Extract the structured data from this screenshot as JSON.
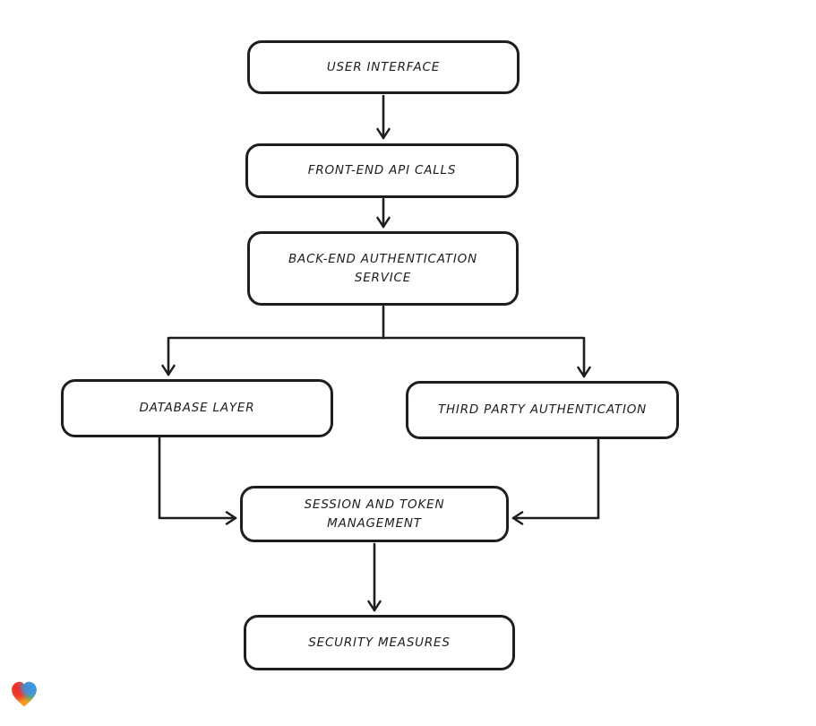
{
  "page": {
    "background": "#ffffff"
  },
  "diagram": {
    "type": "flowchart",
    "stroke_color": "#1e1e1e",
    "node_fill": "#ffffff",
    "nodes": [
      {
        "id": "user-interface",
        "label": "USER INTERFACE"
      },
      {
        "id": "front-end-api-calls",
        "label": "FRONT-END API CALLS"
      },
      {
        "id": "back-end-authentication-service",
        "label": "BACK-END AUTHENTICATION SERVICE"
      },
      {
        "id": "database-layer",
        "label": "DATABASE LAYER"
      },
      {
        "id": "third-party-authentication",
        "label": "THIRD PARTY AUTHENTICATION"
      },
      {
        "id": "session-and-token-management",
        "label": "SESSION AND TOKEN MANAGEMENT"
      },
      {
        "id": "security-measures",
        "label": "SECURITY MEASURES"
      }
    ],
    "edges": [
      {
        "from": "user-interface",
        "to": "front-end-api-calls"
      },
      {
        "from": "front-end-api-calls",
        "to": "back-end-authentication-service"
      },
      {
        "from": "back-end-authentication-service",
        "to": "database-layer"
      },
      {
        "from": "back-end-authentication-service",
        "to": "third-party-authentication"
      },
      {
        "from": "database-layer",
        "to": "session-and-token-management"
      },
      {
        "from": "third-party-authentication",
        "to": "session-and-token-management"
      },
      {
        "from": "session-and-token-management",
        "to": "security-measures"
      }
    ]
  },
  "branding": {
    "logo_name": "lovable-heart-logo",
    "logo_colors": {
      "red": "#EC2D2D",
      "blue": "#3397E8",
      "green": "#54B94C",
      "orange": "#F79B23"
    }
  }
}
